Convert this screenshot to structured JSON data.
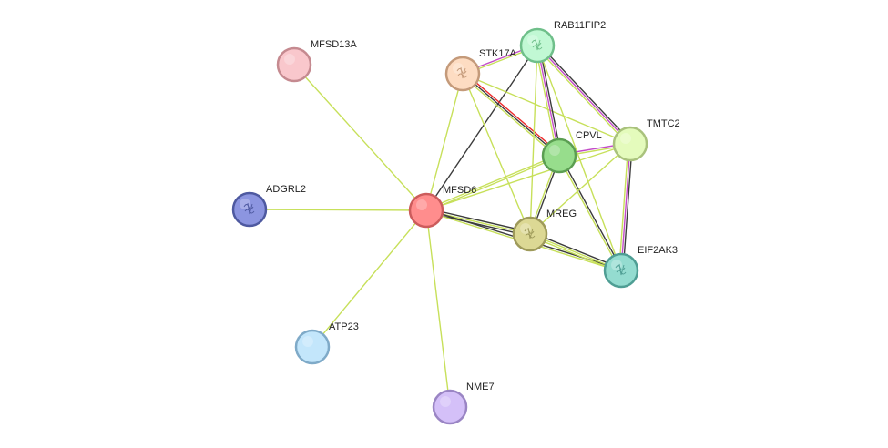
{
  "nodes": [
    {
      "id": "MFSD6",
      "label": "MFSD6",
      "fill": "#ff8d8d",
      "stroke": "#cc5c5c",
      "glyph": "none"
    },
    {
      "id": "MFSD13A",
      "label": "MFSD13A",
      "fill": "#f9c7cc",
      "stroke": "#c58a90",
      "glyph": "none"
    },
    {
      "id": "ADGRL2",
      "label": "ADGRL2",
      "fill": "#8c95e0",
      "stroke": "#4e59a0",
      "glyph": "protein-structure-icon"
    },
    {
      "id": "ATP23",
      "label": "ATP23",
      "fill": "#c3e6fb",
      "stroke": "#7faac8",
      "glyph": "none"
    },
    {
      "id": "NME7",
      "label": "NME7",
      "fill": "#d4c0f8",
      "stroke": "#9a85c4",
      "glyph": "none"
    },
    {
      "id": "STK17A",
      "label": "STK17A",
      "fill": "#fddcc2",
      "stroke": "#c49a7a",
      "glyph": "protein-structure-icon"
    },
    {
      "id": "RAB11FIP2",
      "label": "RAB11FIP2",
      "fill": "#c1f8d4",
      "stroke": "#6fbf8a",
      "glyph": "protein-structure-icon"
    },
    {
      "id": "CPVL",
      "label": "CPVL",
      "fill": "#97dd8c",
      "stroke": "#5b9e52",
      "glyph": "none"
    },
    {
      "id": "TMTC2",
      "label": "TMTC2",
      "fill": "#e4fbbc",
      "stroke": "#a9c27c",
      "glyph": "none"
    },
    {
      "id": "MREG",
      "label": "MREG",
      "fill": "#dcd894",
      "stroke": "#9e9a5a",
      "glyph": "protein-structure-icon"
    },
    {
      "id": "EIF2AK3",
      "label": "EIF2AK3",
      "fill": "#94dcd0",
      "stroke": "#4f9e94",
      "glyph": "protein-structure-icon"
    }
  ],
  "edge_colors": {
    "text_mining": "#c7e05a",
    "coexpression": "#3c3c3c",
    "experiments": "#c24cc8",
    "fusion": "#ee2b2b",
    "database": "#62c7d8"
  },
  "edges": [
    {
      "source": "MFSD6",
      "target": "MFSD13A",
      "types": [
        "text_mining"
      ]
    },
    {
      "source": "MFSD6",
      "target": "ADGRL2",
      "types": [
        "text_mining"
      ]
    },
    {
      "source": "MFSD6",
      "target": "ATP23",
      "types": [
        "text_mining"
      ]
    },
    {
      "source": "MFSD6",
      "target": "NME7",
      "types": [
        "text_mining"
      ]
    },
    {
      "source": "MFSD6",
      "target": "STK17A",
      "types": [
        "text_mining"
      ]
    },
    {
      "source": "MFSD6",
      "target": "RAB11FIP2",
      "types": [
        "coexpression"
      ]
    },
    {
      "source": "MFSD6",
      "target": "CPVL",
      "types": [
        "text_mining",
        "text_mining"
      ]
    },
    {
      "source": "MFSD6",
      "target": "TMTC2",
      "types": [
        "text_mining"
      ]
    },
    {
      "source": "MFSD6",
      "target": "MREG",
      "types": [
        "coexpression",
        "text_mining",
        "coexpression"
      ]
    },
    {
      "source": "MFSD6",
      "target": "EIF2AK3",
      "types": [
        "coexpression",
        "text_mining"
      ]
    },
    {
      "source": "STK17A",
      "target": "RAB11FIP2",
      "types": [
        "experiments",
        "text_mining"
      ]
    },
    {
      "source": "STK17A",
      "target": "CPVL",
      "types": [
        "fusion",
        "coexpression",
        "text_mining"
      ]
    },
    {
      "source": "STK17A",
      "target": "TMTC2",
      "types": [
        "text_mining"
      ]
    },
    {
      "source": "STK17A",
      "target": "MREG",
      "types": [
        "text_mining"
      ]
    },
    {
      "source": "RAB11FIP2",
      "target": "CPVL",
      "types": [
        "coexpression",
        "experiments",
        "text_mining"
      ]
    },
    {
      "source": "RAB11FIP2",
      "target": "TMTC2",
      "types": [
        "coexpression",
        "experiments",
        "text_mining"
      ]
    },
    {
      "source": "RAB11FIP2",
      "target": "MREG",
      "types": [
        "text_mining"
      ]
    },
    {
      "source": "RAB11FIP2",
      "target": "EIF2AK3",
      "types": [
        "text_mining"
      ]
    },
    {
      "source": "CPVL",
      "target": "TMTC2",
      "types": [
        "experiments",
        "text_mining"
      ]
    },
    {
      "source": "CPVL",
      "target": "MREG",
      "types": [
        "coexpression",
        "text_mining"
      ]
    },
    {
      "source": "CPVL",
      "target": "EIF2AK3",
      "types": [
        "coexpression",
        "text_mining"
      ]
    },
    {
      "source": "TMTC2",
      "target": "EIF2AK3",
      "types": [
        "coexpression",
        "experiments",
        "text_mining"
      ]
    },
    {
      "source": "TMTC2",
      "target": "MREG",
      "types": [
        "text_mining"
      ]
    },
    {
      "source": "MREG",
      "target": "EIF2AK3",
      "types": [
        "coexpression",
        "text_mining",
        "text_mining"
      ]
    }
  ]
}
